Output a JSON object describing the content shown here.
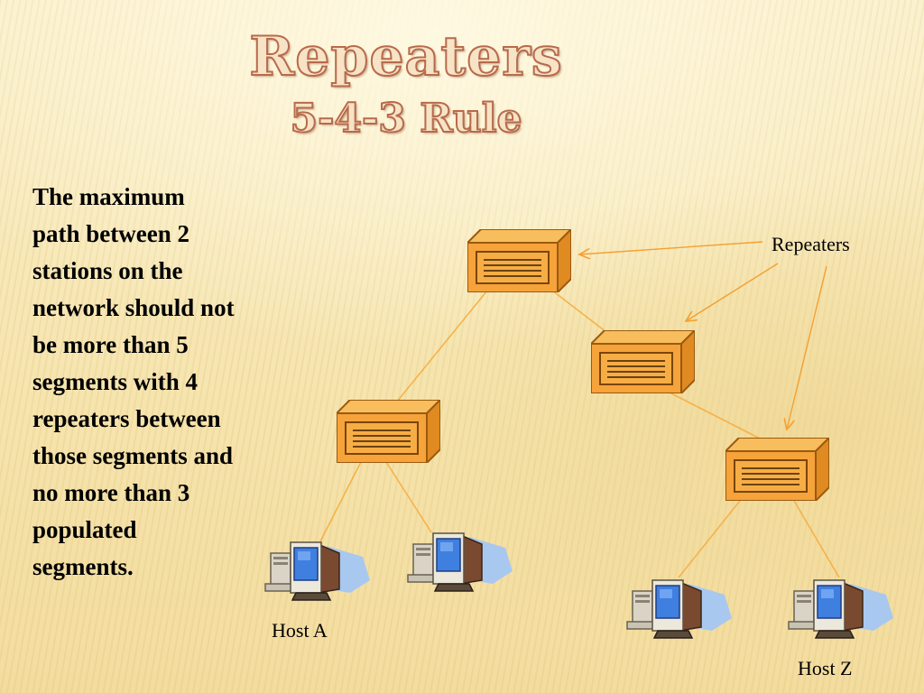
{
  "slide": {
    "title": "Repeaters",
    "subtitle": "5-4-3 Rule",
    "body": "The maximum path between 2 stations on the network should not be more than 5 segments with 4 repeaters between those segments and no more than 3 populated segments."
  },
  "diagram": {
    "repeaters_label": "Repeaters",
    "host_a_label": "Host A",
    "host_z_label": "Host Z"
  },
  "colors": {
    "title_fill": "#f7e3c5",
    "title_outline": "#b86a4c",
    "repeater_fill": "#f5a33a",
    "link_line": "#f5b24a",
    "monitor_screen": "#3f7fe0"
  }
}
